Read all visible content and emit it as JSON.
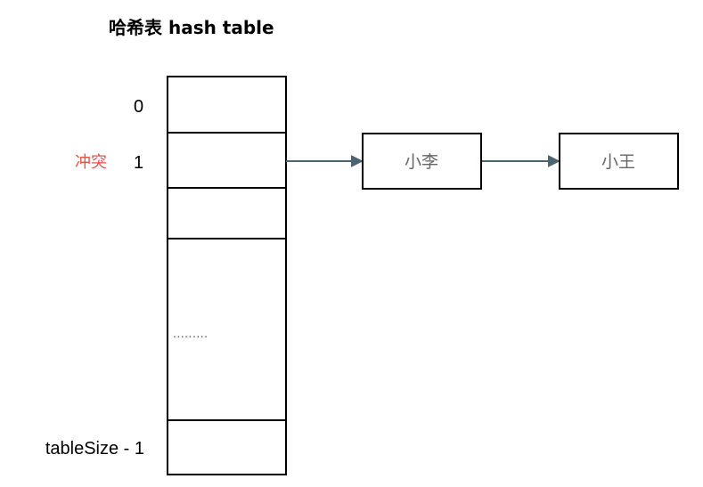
{
  "title": "哈希表 hash table",
  "colors": {
    "line": "#000000",
    "arrow": "#4d6470",
    "conflict": "#e0534b",
    "node_text": "#666666"
  },
  "table": {
    "index_labels": {
      "first": "0",
      "second": "1",
      "last": "tableSize - 1"
    },
    "conflict_label": "冲突",
    "ellipsis": "........."
  },
  "chain": {
    "nodes": [
      {
        "label": "小李"
      },
      {
        "label": "小王"
      }
    ]
  }
}
